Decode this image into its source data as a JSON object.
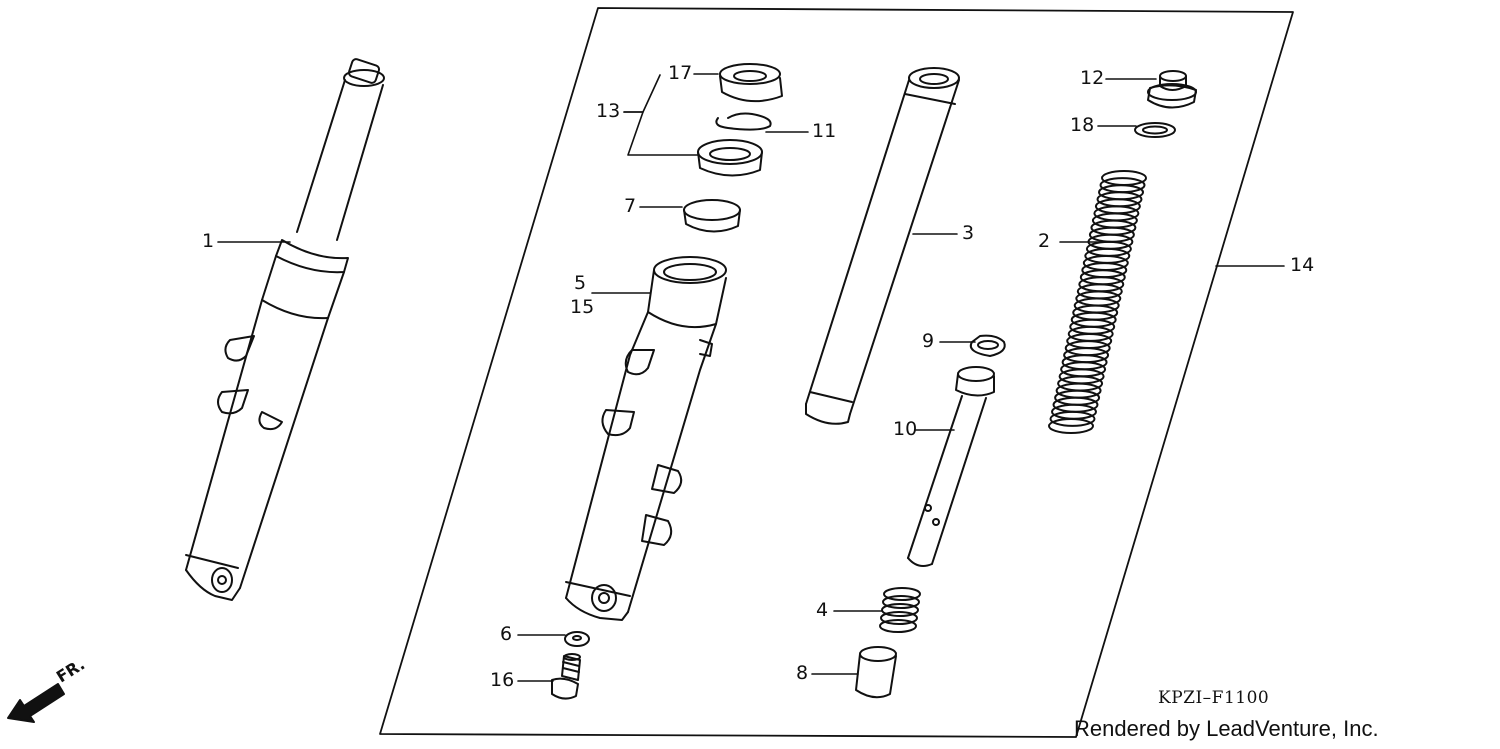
{
  "callouts": {
    "c1": "1",
    "c2": "2",
    "c3": "3",
    "c4": "4",
    "c5": "5",
    "c6": "6",
    "c7": "7",
    "c8": "8",
    "c9": "9",
    "c10": "10",
    "c11": "11",
    "c12": "12",
    "c13": "13",
    "c14": "14",
    "c15": "15",
    "c16": "16",
    "c17": "17",
    "c18": "18"
  },
  "direction": "FR.",
  "diagram_code": "KPZI–F1100",
  "credit": "Rendered by LeadVenture, Inc.",
  "colors": {
    "line": "#111111",
    "background": "#ffffff"
  }
}
